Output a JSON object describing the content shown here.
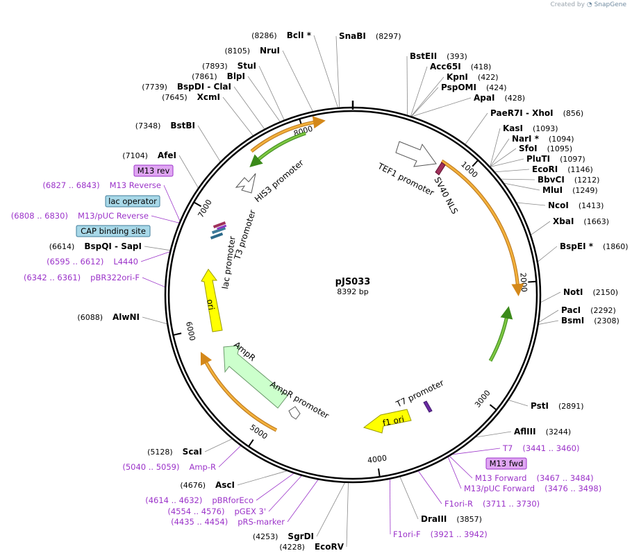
{
  "credit": {
    "prefix": "Created by",
    "brand": "SnapGene"
  },
  "plasmid": {
    "name": "pJS033",
    "length_label": "8392 bp",
    "length": 8392
  },
  "colors": {
    "backbone": "#000000",
    "site_line": "#888888",
    "primer": "#9b33c9",
    "primer_box": "#e0a6f3",
    "misc_box": "#a8d8e8",
    "orange": "#f2b03b",
    "green": "#7ec642",
    "yellow": "#ffff00",
    "ampr": "#ccffcc",
    "nls": "#a0305a"
  },
  "ticks": [
    {
      "label": "1000",
      "pos": 1000
    },
    {
      "label": "2000",
      "pos": 2000
    },
    {
      "label": "3000",
      "pos": 3000
    },
    {
      "label": "4000",
      "pos": 4000
    },
    {
      "label": "5000",
      "pos": 5000
    },
    {
      "label": "6000",
      "pos": 6000
    },
    {
      "label": "7000",
      "pos": 7000
    },
    {
      "label": "8000",
      "pos": 8000
    }
  ],
  "sites": [
    {
      "name": "SnaBI",
      "pos": "(8297)",
      "p": 8297,
      "side": "R"
    },
    {
      "name": "BstEII",
      "pos": "(393)",
      "p": 393,
      "side": "R"
    },
    {
      "name": "Acc65I",
      "pos": "(418)",
      "p": 418,
      "side": "R"
    },
    {
      "name": "KpnI",
      "pos": "(422)",
      "p": 422,
      "side": "R"
    },
    {
      "name": "PspOMI",
      "pos": "(424)",
      "p": 424,
      "side": "R"
    },
    {
      "name": "ApaI",
      "pos": "(428)",
      "p": 428,
      "side": "R"
    },
    {
      "name": "PaeR7I  -  XhoI",
      "pos": "(856)",
      "p": 856,
      "side": "R"
    },
    {
      "name": "KasI",
      "pos": "(1093)",
      "p": 1093,
      "side": "R"
    },
    {
      "name": "NarI *",
      "pos": "(1094)",
      "p": 1094,
      "side": "R"
    },
    {
      "name": "SfoI",
      "pos": "(1095)",
      "p": 1095,
      "side": "R"
    },
    {
      "name": "PluTI",
      "pos": "(1097)",
      "p": 1097,
      "side": "R"
    },
    {
      "name": "EcoRI",
      "pos": "(1146)",
      "p": 1146,
      "side": "R"
    },
    {
      "name": "BbvCI",
      "pos": "(1212)",
      "p": 1212,
      "side": "R"
    },
    {
      "name": "MluI",
      "pos": "(1249)",
      "p": 1249,
      "side": "R"
    },
    {
      "name": "NcoI",
      "pos": "(1413)",
      "p": 1413,
      "side": "R"
    },
    {
      "name": "XbaI",
      "pos": "(1663)",
      "p": 1663,
      "side": "R"
    },
    {
      "name": "BspEI *",
      "pos": "(1860)",
      "p": 1860,
      "side": "R"
    },
    {
      "name": "NotI",
      "pos": "(2150)",
      "p": 2150,
      "side": "R"
    },
    {
      "name": "PacI",
      "pos": "(2292)",
      "p": 2292,
      "side": "R"
    },
    {
      "name": "BsmI",
      "pos": "(2308)",
      "p": 2308,
      "side": "R"
    },
    {
      "name": "PstI",
      "pos": "(2891)",
      "p": 2891,
      "side": "R"
    },
    {
      "name": "AflIII",
      "pos": "(3244)",
      "p": 3244,
      "side": "R"
    },
    {
      "name": "DraIII",
      "pos": "(3857)",
      "p": 3857,
      "side": "R"
    },
    {
      "name": "BclI *",
      "pos": "(8286)",
      "p": 8286,
      "side": "L"
    },
    {
      "name": "NruI",
      "pos": "(8105)",
      "p": 8105,
      "side": "L"
    },
    {
      "name": "StuI",
      "pos": "(7893)",
      "p": 7893,
      "side": "L"
    },
    {
      "name": "BlpI",
      "pos": "(7861)",
      "p": 7861,
      "side": "L"
    },
    {
      "name": "BspDI  -  ClaI",
      "pos": "(7739)",
      "p": 7739,
      "side": "L"
    },
    {
      "name": "XcmI",
      "pos": "(7645)",
      "p": 7645,
      "side": "L"
    },
    {
      "name": "BstBI",
      "pos": "(7348)",
      "p": 7348,
      "side": "L"
    },
    {
      "name": "AfeI",
      "pos": "(7104)",
      "p": 7104,
      "side": "L"
    },
    {
      "name": "BspQI  -  SapI",
      "pos": "(6614)",
      "p": 6614,
      "side": "L"
    },
    {
      "name": "AlwNI",
      "pos": "(6088)",
      "p": 6088,
      "side": "L"
    },
    {
      "name": "ScaI",
      "pos": "(5128)",
      "p": 5128,
      "side": "L"
    },
    {
      "name": "AscI",
      "pos": "(4676)",
      "p": 4676,
      "side": "L"
    },
    {
      "name": "SgrDI",
      "pos": "(4253)",
      "p": 4253,
      "side": "L"
    },
    {
      "name": "EcoRV",
      "pos": "(4228)",
      "p": 4228,
      "side": "L"
    }
  ],
  "primers": [
    {
      "name": "T7",
      "pos": "(3441 .. 3460)",
      "p": 3450,
      "side": "R"
    },
    {
      "name": "M13 Forward",
      "pos": "(3467 .. 3484)",
      "p": 3475,
      "side": "R"
    },
    {
      "name": "M13/pUC Forward",
      "pos": "(3476 .. 3498)",
      "p": 3487,
      "side": "R"
    },
    {
      "name": "F1ori-R",
      "pos": "(3711 .. 3730)",
      "p": 3720,
      "side": "R"
    },
    {
      "name": "F1ori-F",
      "pos": "(3921 .. 3942)",
      "p": 3931,
      "side": "R"
    },
    {
      "name": "M13 Reverse",
      "pos": "(6827 .. 6843)",
      "p": 6835,
      "side": "L"
    },
    {
      "name": "M13/pUC Reverse",
      "pos": "(6808 .. 6830)",
      "p": 6819,
      "side": "L"
    },
    {
      "name": "L4440",
      "pos": "(6595 .. 6612)",
      "p": 6603,
      "side": "L"
    },
    {
      "name": "pBR322ori-F",
      "pos": "(6342 .. 6361)",
      "p": 6351,
      "side": "L"
    },
    {
      "name": "Amp-R",
      "pos": "(5040 .. 5059)",
      "p": 5049,
      "side": "L"
    },
    {
      "name": "pBRforEco",
      "pos": "(4614 .. 4632)",
      "p": 4623,
      "side": "L"
    },
    {
      "name": "pGEX 3'",
      "pos": "(4554 .. 4576)",
      "p": 4565,
      "side": "L"
    },
    {
      "name": "pRS-marker",
      "pos": "(4435 .. 4454)",
      "p": 4444,
      "side": "L"
    }
  ],
  "boxes": [
    {
      "name": "M13 fwd",
      "p": 3470,
      "kind": "primer"
    },
    {
      "name": "M13 rev",
      "p": 6840,
      "kind": "primer"
    },
    {
      "name": "lac operator",
      "p": 6860,
      "kind": "misc"
    },
    {
      "name": "CAP binding site",
      "p": 6900,
      "kind": "misc"
    }
  ],
  "features": [
    {
      "label": "TEF1 promoter",
      "kind": "promoter_arrow"
    },
    {
      "label": "SV40 NLS",
      "kind": "nls"
    },
    {
      "label": "HIS3 promoter",
      "kind": "promoter_arrow"
    },
    {
      "label": "T3 promoter",
      "kind": "promoter"
    },
    {
      "label": "lac promoter",
      "kind": "promoter"
    },
    {
      "label": "ori",
      "kind": "origin"
    },
    {
      "label": "AmpR",
      "kind": "cds"
    },
    {
      "label": "AmpR promoter",
      "kind": "promoter_arrow"
    },
    {
      "label": "T7 promoter",
      "kind": "promoter"
    },
    {
      "label": "f1 ori",
      "kind": "origin"
    }
  ]
}
